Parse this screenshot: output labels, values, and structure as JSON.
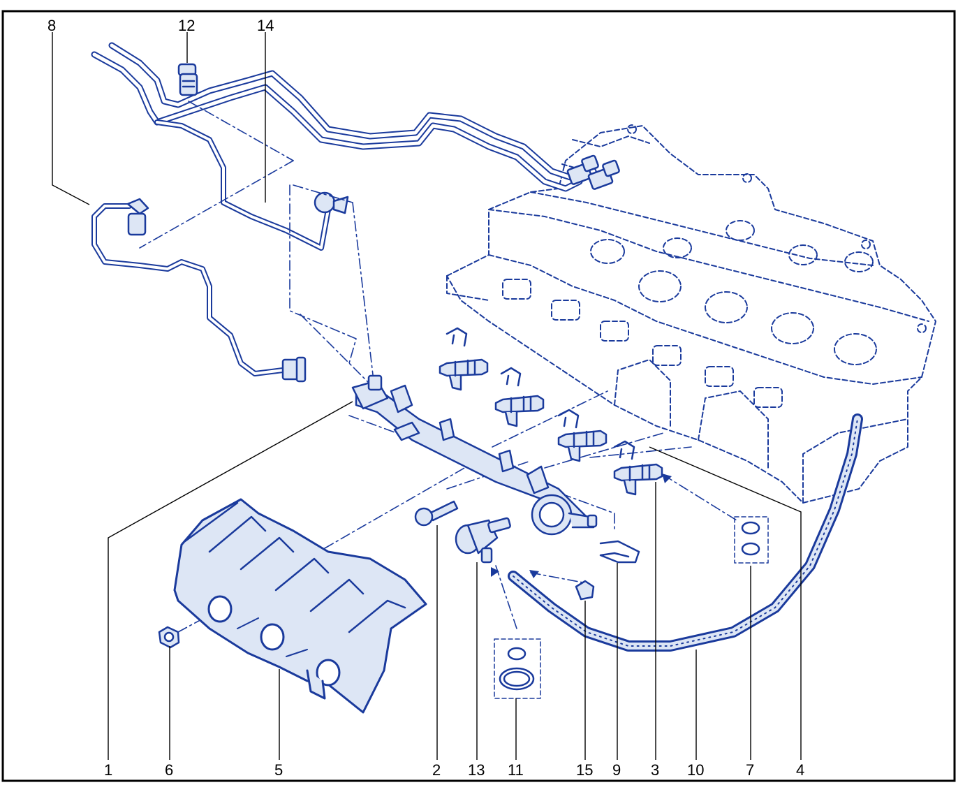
{
  "colors": {
    "ink": "#1a3a9c",
    "fill": "#dde6f5",
    "frame": "#000000",
    "leader": "#000000"
  },
  "callouts_top": [
    "8",
    "12",
    "14"
  ],
  "callouts_bottom": [
    "1",
    "6",
    "5",
    "2",
    "13",
    "11",
    "15",
    "9",
    "3",
    "10",
    "7",
    "4"
  ],
  "parts": [
    "fuel-rail",
    "fastening-bolt",
    "fuel-injector",
    "injector-clip",
    "intake-manifold",
    "manifold-nut",
    "injector-o-rings",
    "fuel-return-pipe",
    "pressure-regulator-clip",
    "vacuum-hose",
    "regulator-o-rings",
    "quick-connector",
    "pressure-regulator",
    "fuel-feed-pipe",
    "hose-clamp",
    "cylinder-head"
  ]
}
